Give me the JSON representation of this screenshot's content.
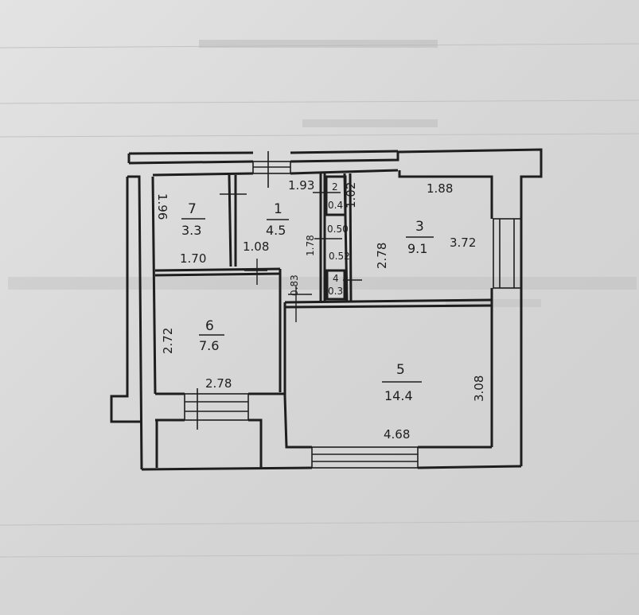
{
  "plan": {
    "rooms": [
      {
        "id": "7",
        "area": "3.3"
      },
      {
        "id": "1",
        "area": "4.5"
      },
      {
        "id": "2",
        "area": "0.4"
      },
      {
        "id": "3",
        "area": "9.1"
      },
      {
        "id": "4",
        "area": "0.3"
      },
      {
        "id": "6",
        "area": "7.6"
      },
      {
        "id": "5",
        "area": "14.4"
      }
    ],
    "dimensions": {
      "d_196": "1.96",
      "d_170": "1.70",
      "d_108": "1.08",
      "d_193": "1.93",
      "d_102": "1.02",
      "d_188": "1.88",
      "d_372": "3.72",
      "d_050": "0.50",
      "d_052": "0.52",
      "d_178": "1.78",
      "d_278a": "2.78",
      "d_083": "0.83",
      "d_272": "2.72",
      "d_278b": "2.78",
      "d_468": "4.68",
      "d_308": "3.08"
    }
  },
  "colors": {
    "paper": "#d9d9d9",
    "ink": "#1e1e1e",
    "faint_print": "#9a9a9a"
  }
}
